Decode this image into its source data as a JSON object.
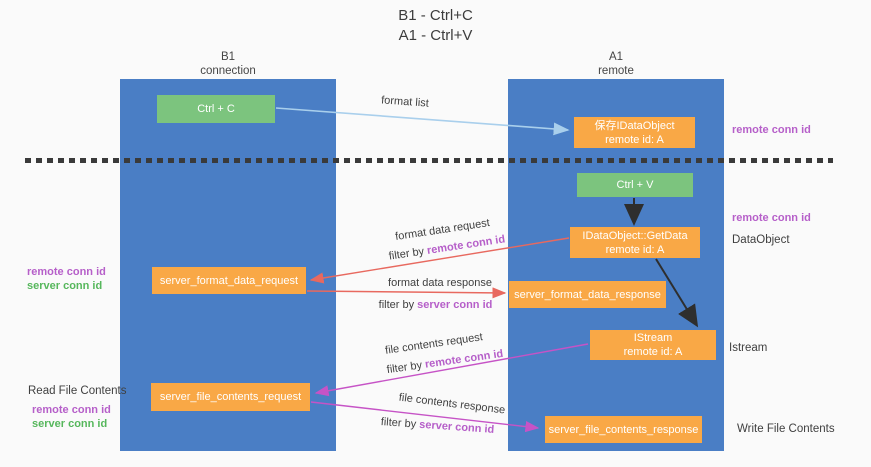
{
  "title": {
    "line1": "B1 - Ctrl+C",
    "line2": "A1 - Ctrl+V"
  },
  "lanes": {
    "left": {
      "header_line1": "B1",
      "header_line2": "connection"
    },
    "right": {
      "header_line1": "A1",
      "header_line2": "remote"
    }
  },
  "nodes": {
    "ctrl_c": {
      "label": "Ctrl + C"
    },
    "save_dataobject": {
      "line1": "保存IDataObject",
      "line2": "remote id: A"
    },
    "ctrl_v": {
      "label": "Ctrl + V"
    },
    "getdata": {
      "line1": "IDataObject::GetData",
      "line2": "remote id: A"
    },
    "format_request": {
      "label": "server_format_data_request"
    },
    "format_response": {
      "label": "server_format_data_response"
    },
    "istream": {
      "line1": "IStream",
      "line2": "remote id: A"
    },
    "file_request": {
      "label": "server_file_contents_request"
    },
    "file_response": {
      "label": "server_file_contents_response"
    }
  },
  "arrow_labels": {
    "format_list": "format list",
    "format_request": {
      "line1": "format data request",
      "filter_prefix": "filter by ",
      "filter_key": "remote conn id"
    },
    "format_response": {
      "line1": "format data response",
      "filter_prefix": "filter by ",
      "filter_key": "server conn id"
    },
    "file_request": {
      "line1": "file contents request",
      "filter_prefix": "filter by ",
      "filter_key": "remote conn id"
    },
    "file_response": {
      "line1": "file contents response",
      "filter_prefix": "filter by ",
      "filter_key": "server conn id"
    }
  },
  "annotations": {
    "left": {
      "remote_conn_id_1": "remote conn id",
      "server_conn_id_1": "server conn id",
      "read_file_contents": "Read File Contents",
      "remote_conn_id_2": "remote conn id",
      "server_conn_id_2": "server conn id"
    },
    "right": {
      "remote_conn_id_1": "remote conn id",
      "remote_conn_id_2": "remote conn id",
      "dataobject": "DataObject",
      "istream": "Istream",
      "write_file_contents": "Write File Contents"
    }
  },
  "colors": {
    "lane_blue": "#4a7ec5",
    "node_orange": "#f9a846",
    "node_green": "#7cc47e",
    "arrow_blue": "#a9cfec",
    "arrow_red": "#e8695f",
    "arrow_magenta": "#c653c6",
    "arrow_black": "#2e2e2e",
    "text_purple": "#b65fc9",
    "text_green": "#56b75c"
  }
}
